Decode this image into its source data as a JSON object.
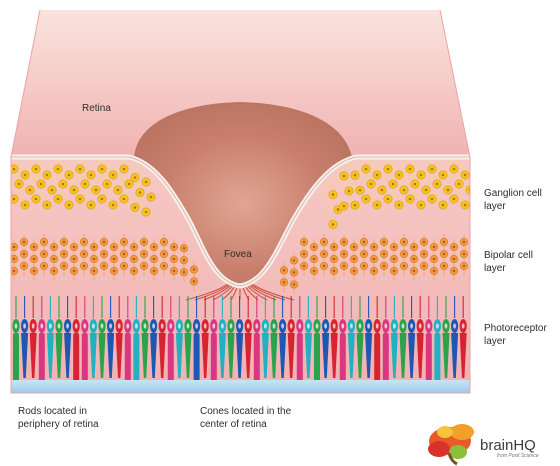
{
  "labels": {
    "retina": "Retina",
    "fovea": "Fovea",
    "ganglion": [
      "Ganglion cell",
      "layer"
    ],
    "bipolar": [
      "Bipolar cell",
      "layer"
    ],
    "photoreceptor": [
      "Photoreceptor",
      "layer"
    ],
    "rods": [
      "Rods located in",
      "periphery of retina"
    ],
    "cones": [
      "Cones located in the",
      "center of retina"
    ]
  },
  "brand": {
    "name": "brainHQ",
    "tagline": "from Posit Science"
  },
  "colors": {
    "tissue": "#f0b7b6",
    "tissue_top": "#f7d4d0",
    "pit": "#c98372",
    "membrane": "#f6ede9",
    "ganglion": "#f3c61f",
    "bipolar": "#ef9a3e",
    "base": "#a9d3ee",
    "receptors": [
      "#2aa34a",
      "#1f57b3",
      "#d62433",
      "#d9377f",
      "#22b1c3"
    ]
  },
  "icons": [
    "brain-logo-icon"
  ]
}
